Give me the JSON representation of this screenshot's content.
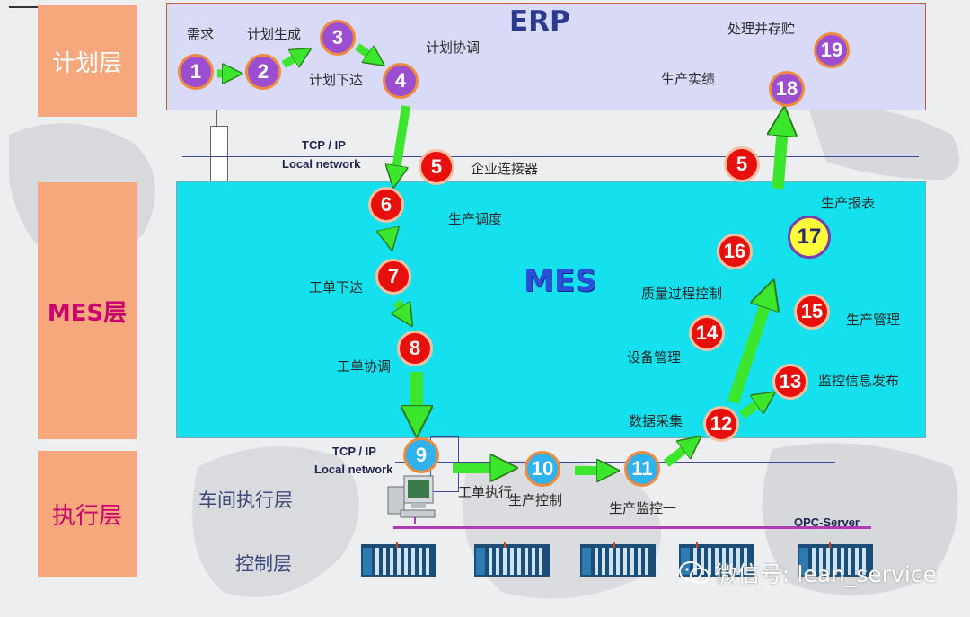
{
  "layers": {
    "plan": "计划层",
    "mes": "MES层",
    "exec": "执行层"
  },
  "titles": {
    "erp": "ERP",
    "mes": "MES"
  },
  "erp_labels": {
    "demand": "需求",
    "plan_generate": "计划生成",
    "plan_coordinate": "计划协调",
    "plan_dispatch": "计划下达",
    "process_store": "处理并存贮",
    "production_actual": "生产实绩"
  },
  "network": {
    "top_line1": "TCP / IP",
    "top_line2": "Local network",
    "bottom_line1": "TCP / IP",
    "bottom_line2": "Local network",
    "enterprise_connector": "企业连接器",
    "opc_server": "OPC-Server"
  },
  "mes_labels": {
    "production_scheduling": "生产调度",
    "work_order_dispatch": "工单下达",
    "work_order_coordinate": "工单协调",
    "production_report": "生产报表",
    "quality_control": "质量过程控制",
    "production_management": "生产管理",
    "equipment_management": "设备管理",
    "monitor_publish": "监控信息发布",
    "data_collection": "数据采集"
  },
  "exec_labels": {
    "work_order_execute": "工单执行",
    "production_control": "生产控制",
    "production_monitor": "生产监控一",
    "workshop_layer": "车间执行层",
    "control_layer": "控制层"
  },
  "nodes": [
    "1",
    "2",
    "3",
    "4",
    "5",
    "5",
    "6",
    "7",
    "8",
    "9",
    "10",
    "11",
    "12",
    "13",
    "14",
    "15",
    "16",
    "17",
    "18",
    "19"
  ],
  "watermark": {
    "icon": "wechat-icon",
    "text": "微信号: lean_service"
  },
  "colors": {
    "erp_fill": "#d8daf7",
    "mes_fill": "#15e1ee",
    "layer_label": "#f6a87c",
    "arrow": "#3ce62c",
    "purple_node": "#9b4fd0",
    "red_node": "#e8100c",
    "blue_node": "#2fb2ee",
    "yellow_node": "#ffff3a"
  }
}
